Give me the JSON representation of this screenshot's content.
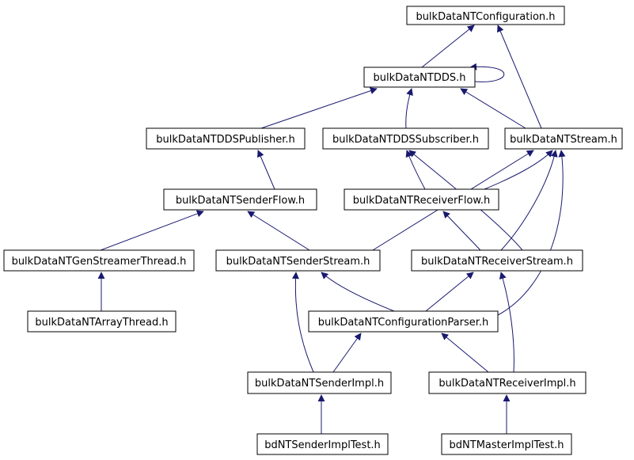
{
  "diagram": {
    "type": "include-dependency-graph",
    "edge_color": "#191970",
    "root_fill": "#bfbfbf",
    "node_fill": "#ffffff",
    "nodes": {
      "configuration": {
        "label": "bulkDataNTConfiguration.h"
      },
      "dds": {
        "label": "bulkDataNTDDS.h"
      },
      "publisher": {
        "label": "bulkDataNTDDSPublisher.h"
      },
      "subscriber": {
        "label": "bulkDataNTDDSSubscriber.h"
      },
      "stream": {
        "label": "bulkDataNTStream.h"
      },
      "senderflow": {
        "label": "bulkDataNTSenderFlow.h"
      },
      "receiverflow": {
        "label": "bulkDataNTReceiverFlow.h"
      },
      "genstreamer": {
        "label": "bulkDataNTGenStreamerThread.h"
      },
      "senderstream": {
        "label": "bulkDataNTSenderStream.h"
      },
      "receiverstream": {
        "label": "bulkDataNTReceiverStream.h"
      },
      "arraythread": {
        "label": "bulkDataNTArrayThread.h"
      },
      "configparser": {
        "label": "bulkDataNTConfigurationParser.h"
      },
      "senderimpl": {
        "label": "bulkDataNTSenderImpl.h"
      },
      "receiverimpl": {
        "label": "bulkDataNTReceiverImpl.h"
      },
      "sendertest": {
        "label": "bdNTSenderImplTest.h"
      },
      "mastertest": {
        "label": "bdNTMasterImplTest.h"
      }
    },
    "edges": [
      {
        "from": "dds",
        "to": "configuration"
      },
      {
        "from": "stream",
        "to": "configuration"
      },
      {
        "from": "dds",
        "to": "dds"
      },
      {
        "from": "publisher",
        "to": "dds"
      },
      {
        "from": "subscriber",
        "to": "dds"
      },
      {
        "from": "stream",
        "to": "dds"
      },
      {
        "from": "senderflow",
        "to": "publisher"
      },
      {
        "from": "receiverflow",
        "to": "subscriber"
      },
      {
        "from": "receiverstream",
        "to": "subscriber"
      },
      {
        "from": "senderstream",
        "to": "senderflow"
      },
      {
        "from": "genstreamer",
        "to": "senderflow"
      },
      {
        "from": "receiverstream",
        "to": "receiverflow"
      },
      {
        "from": "senderstream",
        "to": "stream"
      },
      {
        "from": "receiverstream",
        "to": "stream"
      },
      {
        "from": "receiverflow",
        "to": "stream"
      },
      {
        "from": "configparser",
        "to": "stream"
      },
      {
        "from": "arraythread",
        "to": "genstreamer"
      },
      {
        "from": "configparser",
        "to": "senderstream"
      },
      {
        "from": "senderimpl",
        "to": "senderstream"
      },
      {
        "from": "configparser",
        "to": "receiverstream"
      },
      {
        "from": "receiverimpl",
        "to": "receiverstream"
      },
      {
        "from": "senderimpl",
        "to": "configparser"
      },
      {
        "from": "receiverimpl",
        "to": "configparser"
      },
      {
        "from": "sendertest",
        "to": "senderimpl"
      },
      {
        "from": "mastertest",
        "to": "receiverimpl"
      }
    ]
  }
}
